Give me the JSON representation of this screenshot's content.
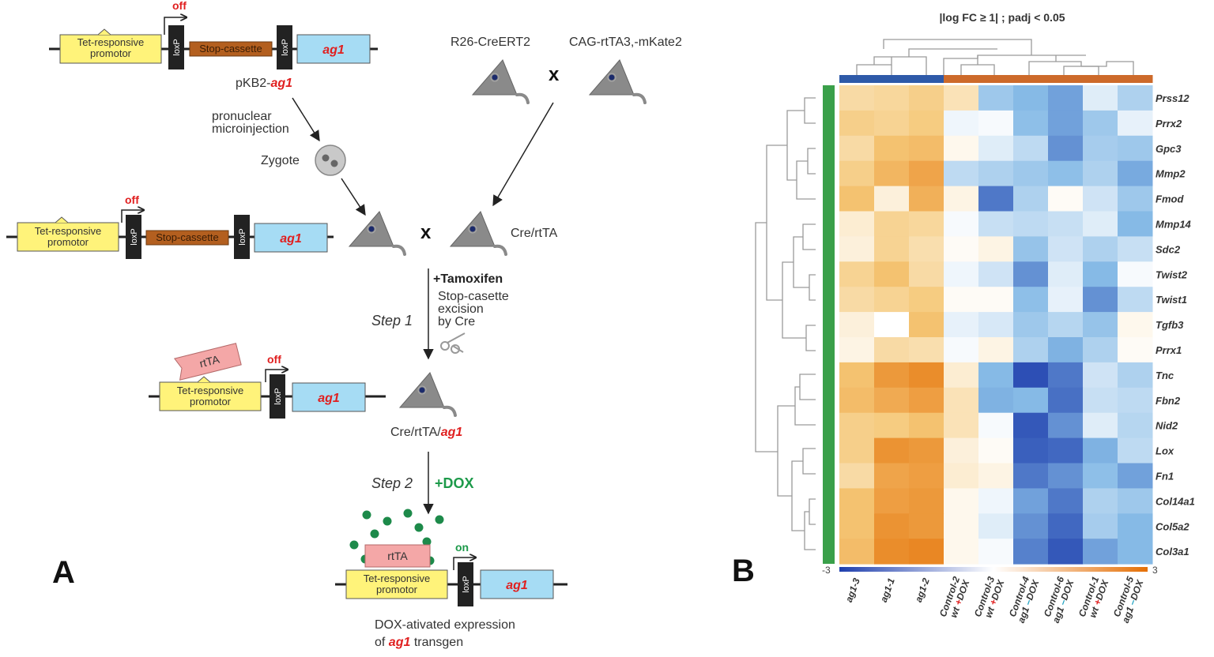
{
  "panel_a": {
    "letter": "A",
    "construct": {
      "promoter": "Tet-responsive\npromotor",
      "loxp": "loxP",
      "stop": "Stop-cassette",
      "gene": "ag1",
      "off": "off",
      "on": "on",
      "rtta": "rtTA"
    },
    "plasmid_prefix": "pKB2-",
    "plasmid_gene": "ag1",
    "injection": "pronuclear\nmicroinjection",
    "zygote": "Zygote",
    "mouse_left_label": "R26-CreERT2",
    "mouse_right_label": "CAG-rtTA3,-mKate2",
    "cross": "x",
    "cre_rtta": "Cre/rtTA",
    "tamoxifen": "+Tamoxifen",
    "excision": "Stop-casette\nexcision\nby Cre",
    "step1": "Step 1",
    "cre_rtta_ag1_prefix": "Cre/rtTA/",
    "cre_rtta_ag1_gene": "ag1",
    "step2": "Step 2",
    "dox": "+DOX",
    "final_line1": "DOX-ativated expression",
    "final_line2_prefix": "of ",
    "final_line2_gene": "ag1",
    "final_line2_suffix": " transgen"
  },
  "panel_b": {
    "letter": "B",
    "colorbar_min": "-3",
    "colorbar_max": "3",
    "group_colors": [
      "#2e5aa8",
      "#2e5aa8",
      "#2e5aa8",
      "#cd6a2a",
      "#cd6a2a",
      "#cd6a2a",
      "#cd6a2a",
      "#cd6a2a",
      "#cd6a2a"
    ],
    "side_bar_color": "#3aa04a"
  },
  "chart_data": {
    "type": "heatmap",
    "title": "|log FC ≥ 1| ; padj < 0.05",
    "columns": [
      {
        "line1": "ag1-3",
        "line2": "",
        "sign": "",
        "tail": ""
      },
      {
        "line1": "ag1-1",
        "line2": "",
        "sign": "",
        "tail": ""
      },
      {
        "line1": "ag1-2",
        "line2": "",
        "sign": "",
        "tail": ""
      },
      {
        "line1": "Control-2",
        "line2": "wt ",
        "sign": "+",
        "tail": "DOX"
      },
      {
        "line1": "Control-3",
        "line2": "wt ",
        "sign": "+",
        "tail": "DOX"
      },
      {
        "line1": "Control-4",
        "line2": "ag1 ",
        "sign": "–",
        "tail": "DOX"
      },
      {
        "line1": "Control-6",
        "line2": "ag1 ",
        "sign": "–",
        "tail": "DOX"
      },
      {
        "line1": "Control-1",
        "line2": "wt ",
        "sign": "+",
        "tail": "DOX"
      },
      {
        "line1": "Control-5",
        "line2": "ag1 ",
        "sign": "–",
        "tail": "DOX"
      }
    ],
    "rows": [
      "Prss12",
      "Prrx2",
      "Gpc3",
      "Mmp2",
      "Fmod",
      "Mmp14",
      "Sdc2",
      "Twist2",
      "Twist1",
      "Tgfb3",
      "Prrx1",
      "Tnc",
      "Fbn2",
      "Nid2",
      "Lox",
      "Fn1",
      "Col14a1",
      "Col5a2",
      "Col3a1"
    ],
    "values": [
      [
        1.0,
        1.1,
        1.3,
        0.8,
        -1.2,
        -1.5,
        -1.8,
        -0.4,
        -1.0
      ],
      [
        1.3,
        1.2,
        1.4,
        -0.2,
        -0.1,
        -1.4,
        -1.8,
        -1.2,
        -0.3
      ],
      [
        1.0,
        1.6,
        1.7,
        0.2,
        -0.4,
        -0.8,
        -2.0,
        -1.1,
        -1.2
      ],
      [
        1.3,
        1.8,
        2.1,
        -0.8,
        -1.0,
        -1.2,
        -1.4,
        -1.0,
        -1.7
      ],
      [
        1.6,
        0.4,
        1.9,
        0.3,
        -2.3,
        -1.0,
        0.1,
        -0.6,
        -1.2
      ],
      [
        0.5,
        1.2,
        1.1,
        -0.1,
        -0.7,
        -0.8,
        -0.7,
        -0.4,
        -1.5
      ],
      [
        0.4,
        1.2,
        0.9,
        0.1,
        0.3,
        -1.3,
        -0.6,
        -1.0,
        -0.7
      ],
      [
        1.2,
        1.6,
        1.0,
        -0.2,
        -0.6,
        -2.0,
        -0.4,
        -1.5,
        -0.1
      ],
      [
        1.0,
        1.2,
        1.4,
        0.1,
        0.1,
        -1.4,
        -0.3,
        -2.0,
        -0.8
      ],
      [
        0.4,
        0.0,
        1.6,
        -0.3,
        -0.5,
        -1.2,
        -0.9,
        -1.3,
        0.2
      ],
      [
        0.3,
        1.0,
        0.9,
        -0.1,
        0.3,
        -1.0,
        -1.6,
        -1.0,
        0.1
      ],
      [
        1.6,
        2.3,
        2.5,
        0.5,
        -1.5,
        -2.8,
        -2.3,
        -0.6,
        -1.0
      ],
      [
        1.7,
        2.0,
        2.2,
        0.8,
        -1.6,
        -1.5,
        -2.4,
        -0.7,
        -0.8
      ],
      [
        1.3,
        1.4,
        1.6,
        0.8,
        -0.1,
        -2.7,
        -2.0,
        -0.4,
        -0.9
      ],
      [
        1.3,
        2.4,
        2.3,
        0.4,
        0.1,
        -2.6,
        -2.5,
        -1.6,
        -0.8
      ],
      [
        1.0,
        2.1,
        2.2,
        0.5,
        0.3,
        -2.3,
        -2.0,
        -1.4,
        -1.8
      ],
      [
        1.6,
        2.2,
        2.3,
        0.2,
        -0.2,
        -1.8,
        -2.3,
        -1.0,
        -1.2
      ],
      [
        1.6,
        2.4,
        2.3,
        0.2,
        -0.4,
        -2.0,
        -2.5,
        -1.1,
        -1.5
      ],
      [
        1.7,
        2.5,
        2.6,
        0.2,
        -0.1,
        -2.2,
        -2.7,
        -1.8,
        -1.5
      ]
    ],
    "color_scale": {
      "min": -3,
      "max": 3,
      "low": "#1f3fae",
      "mid": "#ffffff",
      "high": "#e56f05"
    },
    "row_dendrogram": true,
    "column_dendrogram": true
  }
}
